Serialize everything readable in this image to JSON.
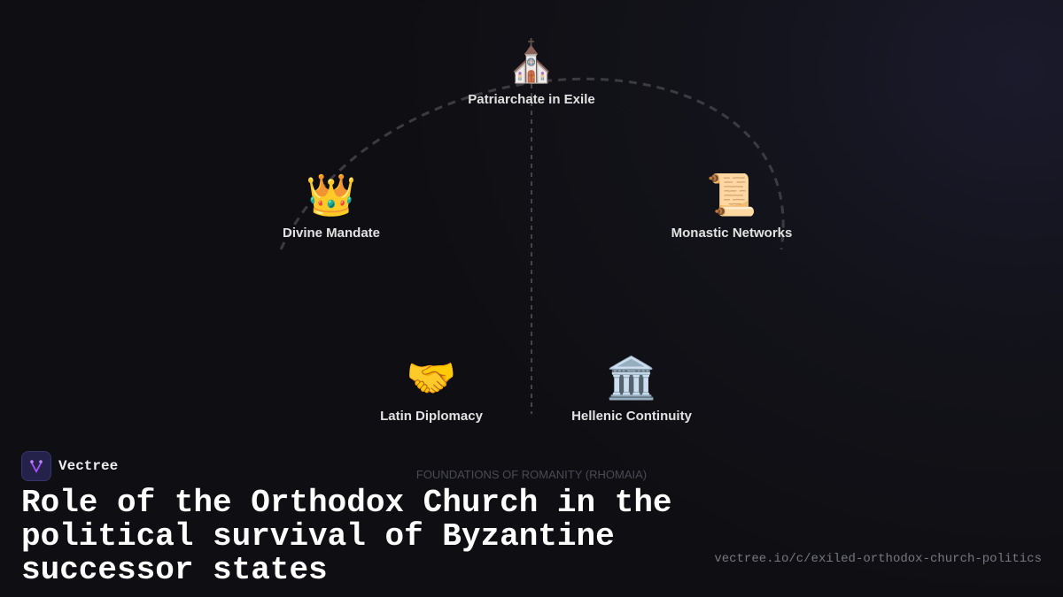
{
  "diagram": {
    "nodes": [
      {
        "label": "Patriarchate in Exile",
        "icon": "⛪",
        "icon_name": "church-icon"
      },
      {
        "label": "Divine Mandate",
        "icon": "👑",
        "icon_name": "crown-icon"
      },
      {
        "label": "Monastic Networks",
        "icon": "📜",
        "icon_name": "scroll-icon"
      },
      {
        "label": "Latin Diplomacy",
        "icon": "🤝",
        "icon_name": "handshake-icon"
      },
      {
        "label": "Hellenic Continuity",
        "icon": "🏛️",
        "icon_name": "classical-building-icon"
      }
    ],
    "caption": "FOUNDATIONS OF ROMANITY (RHOMAIA)"
  },
  "brand": {
    "name": "Vectree",
    "accent": "#a855f7"
  },
  "title": "Role of the Orthodox Church in the political survival of Byzantine successor states",
  "url": "vectree.io/c/exiled-orthodox-church-politics"
}
